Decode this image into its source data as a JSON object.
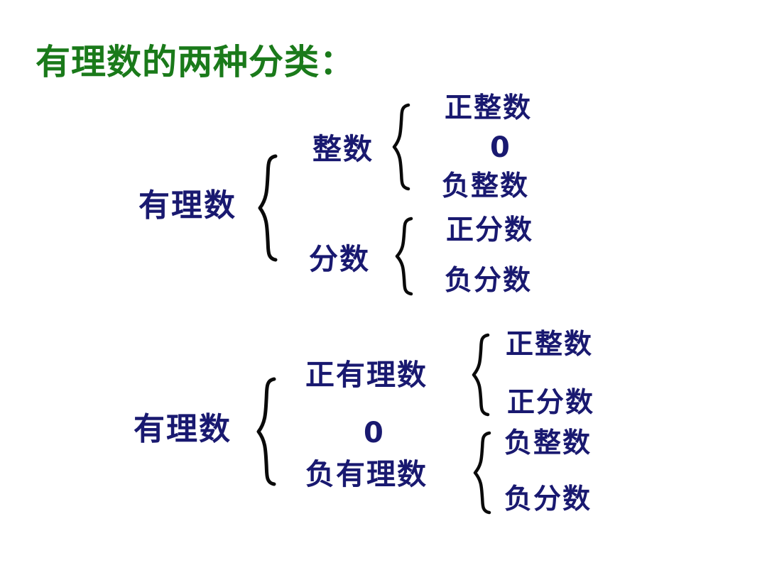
{
  "slide": {
    "title": "有理数的两种分类：",
    "background_color": "#ffffff",
    "title_color": "#1a7a1a",
    "text_color": "#191970",
    "brace_color": "#0a0a0a"
  },
  "tree1": {
    "root": "有理数",
    "level2": {
      "integers": "整数",
      "fractions": "分数"
    },
    "level3": {
      "positive_integer": "正整数",
      "zero": "0",
      "negative_integer": "负整数",
      "positive_fraction": "正分数",
      "negative_fraction": "负分数"
    }
  },
  "tree2": {
    "root": "有理数",
    "level2": {
      "positive_rational": "正有理数",
      "zero": "0",
      "negative_rational": "负有理数"
    },
    "level3": {
      "positive_integer": "正整数",
      "positive_fraction": "正分数",
      "negative_integer": "负整数",
      "negative_fraction": "负分数"
    }
  }
}
